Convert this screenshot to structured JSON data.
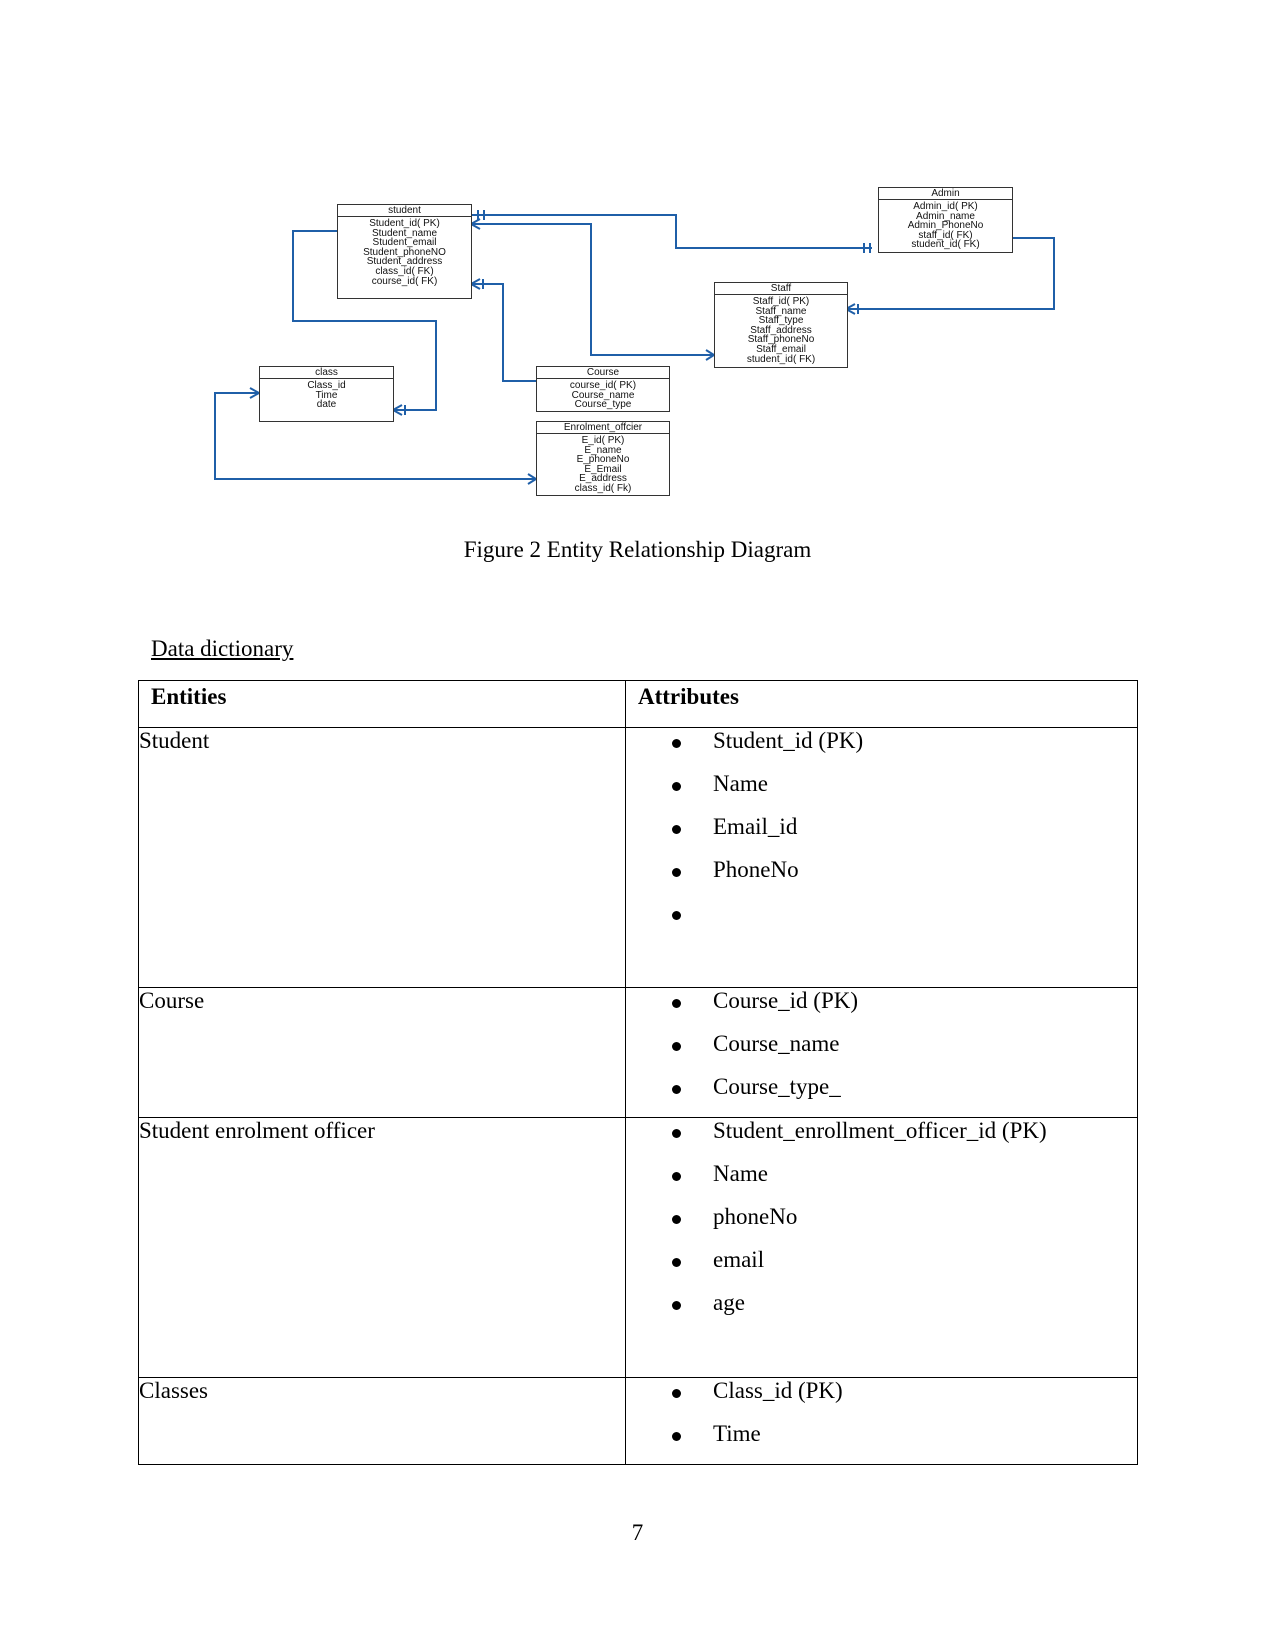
{
  "diagram": {
    "entities": {
      "student": {
        "title": "student",
        "attributes": [
          "Student_id( PK)",
          "Student_name",
          "Student_email",
          "Student_phoneNO",
          "Student_address",
          "class_id( FK)",
          "course_id( FK)"
        ]
      },
      "admin": {
        "title": "Admin",
        "attributes": [
          "Admin_id( PK)",
          "Admin_name",
          "Admin_PhoneNo",
          "staff_id( FK)",
          "student_id( FK)"
        ]
      },
      "staff": {
        "title": "Staff",
        "attributes": [
          "Staff_id( PK)",
          "Staff_name",
          "Staff_type",
          "Staff_address",
          "Staff_phoneNo",
          "Staff_email",
          "student_id( FK)"
        ]
      },
      "class": {
        "title": "class",
        "attributes": [
          "Class_id",
          "Time",
          "date"
        ]
      },
      "course": {
        "title": "Course",
        "attributes": [
          "course_id( PK)",
          "Course_name",
          "Course_type"
        ]
      },
      "enrolment_officer": {
        "title": "Enrolment_offcier",
        "attributes": [
          "E_id( PK)",
          "E_name",
          "E_phoneNo",
          "E_Email",
          "E_address",
          "class_id( Fk)"
        ]
      }
    },
    "line_color": "#1f5fa8",
    "caption": "Figure 2 Entity Relationship Diagram"
  },
  "data_dictionary": {
    "title": "Data dictionary",
    "headers": {
      "entities": "Entities",
      "attributes": "Attributes"
    },
    "rows": [
      {
        "entity": "Student",
        "attributes": [
          "Student_id (PK)",
          "Name",
          "Email_id",
          "PhoneNo",
          ""
        ]
      },
      {
        "entity": "Course",
        "attributes": [
          "Course_id (PK)",
          "Course_name",
          "Course_type_"
        ]
      },
      {
        "entity": "Student enrolment officer",
        "attributes": [
          "Student_enrollment_officer_id  (PK)",
          "Name",
          "phoneNo",
          "email",
          "age"
        ]
      },
      {
        "entity": "Classes",
        "attributes": [
          "Class_id (PK)",
          "Time"
        ]
      }
    ]
  },
  "page_number": "7"
}
